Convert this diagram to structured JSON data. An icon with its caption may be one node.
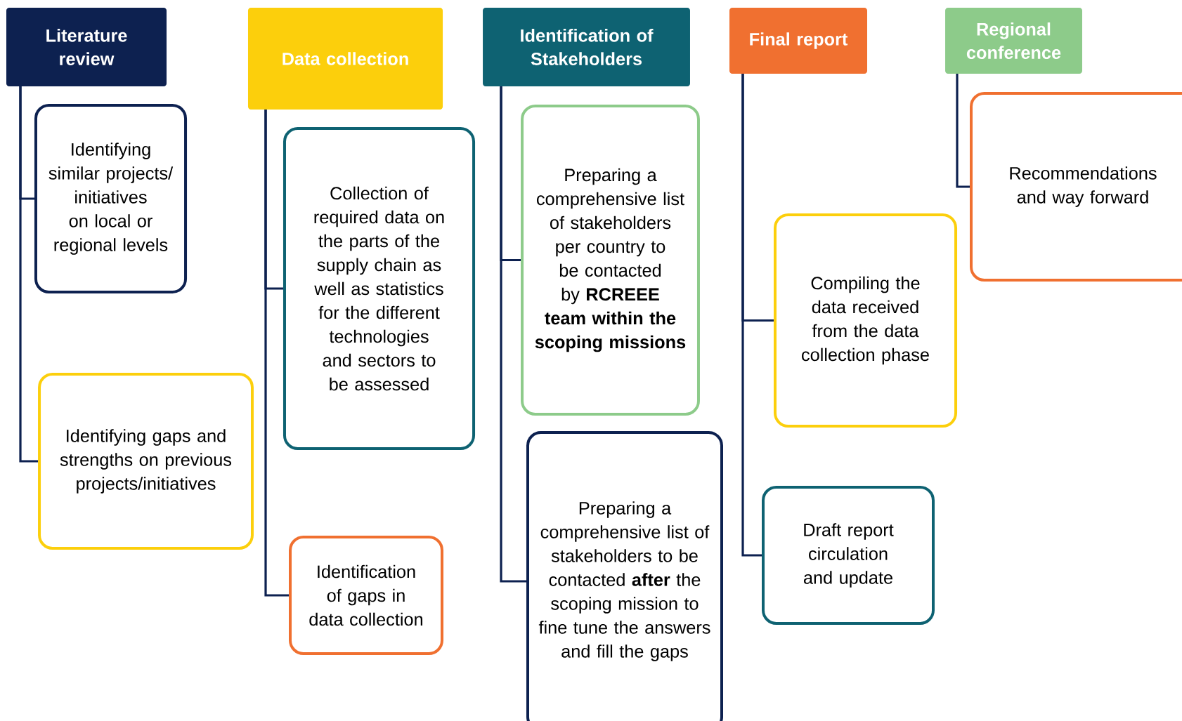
{
  "diagram": {
    "nodes": [
      {
        "text": [
          "Literature review"
        ]
      },
      {
        "text": [
          "Data collection"
        ]
      },
      {
        "text": [
          "Identification of Stakeholders"
        ]
      },
      {
        "text": [
          "Final report"
        ]
      },
      {
        "text": [
          "Regional conference"
        ]
      },
      {
        "text": [
          "Identifying similar projects/ initiatives on local or regional levels"
        ]
      },
      {
        "text": [
          "Identifying gaps and strengths on previous projects/initiatives"
        ]
      },
      {
        "text": [
          "Collection of required data on the parts of the supply chain as well as statistics for the different technologies and sectors to be assessed"
        ]
      },
      {
        "text": [
          "Identification of gaps in data collection"
        ]
      },
      {
        "text": [
          "Preparing a comprehensive list of stakeholders per country to be contacted by **RCREEE team within the scoping missions**"
        ]
      },
      {
        "text": [
          "Preparing a comprehensive list of stakeholders to be contacted **after** the scoping mission to fine tune the answers and fill the gaps"
        ]
      },
      {
        "text": [
          "Compiling the data received from the data collection phase"
        ]
      },
      {
        "text": [
          "Draft report circulation and update"
        ]
      },
      {
        "text": [
          "Recommendations and way forward"
        ]
      }
    ],
    "edges": [
      {
        "from": 0,
        "to": 5,
        "arrow": "none"
      },
      {
        "from": 0,
        "to": 6,
        "arrow": "none"
      },
      {
        "from": 1,
        "to": 7,
        "arrow": "none"
      },
      {
        "from": 1,
        "to": 8,
        "arrow": "none"
      },
      {
        "from": 2,
        "to": 9,
        "arrow": "none"
      },
      {
        "from": 2,
        "to": 10,
        "arrow": "none"
      },
      {
        "from": 3,
        "to": 11,
        "arrow": "none"
      },
      {
        "from": 3,
        "to": 12,
        "arrow": "none"
      },
      {
        "from": 4,
        "to": 13,
        "arrow": "none"
      }
    ]
  }
}
